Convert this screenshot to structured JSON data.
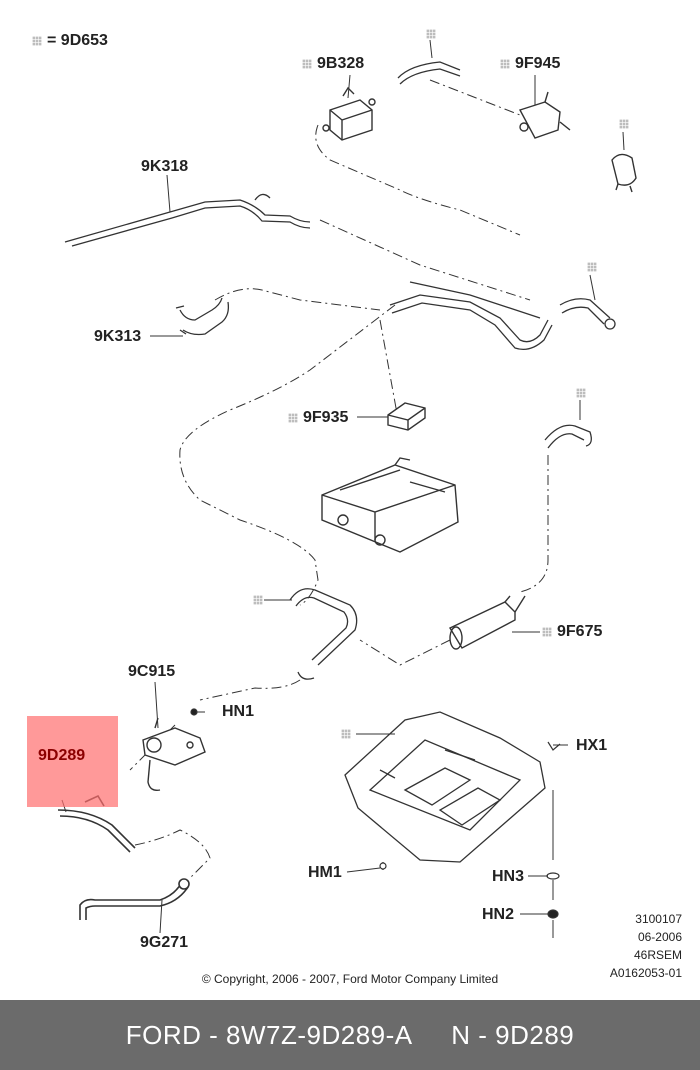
{
  "legend": {
    "symbol": "hatched-square-icon",
    "text": "= 9D653"
  },
  "labels": {
    "p9B328": "9B328",
    "p9F945": "9F945",
    "p9K318": "9K318",
    "p9K313": "9K313",
    "p9F935": "9F935",
    "p9F675": "9F675",
    "p9C915": "9C915",
    "pHN1": "HN1",
    "pHX1": "HX1",
    "pHM1": "HM1",
    "pHN3": "HN3",
    "pHN2": "HN2",
    "p9G271": "9G271"
  },
  "highlight": {
    "label": "9D289",
    "color": "#ff6e6e"
  },
  "meta": {
    "line1": "3100107",
    "line2": "06-2006",
    "line3": "46RSEM",
    "line4": "A0162053-01"
  },
  "copyright": "© Copyright, 2006 - 2007, Ford Motor Company Limited",
  "footer": {
    "left": "FORD - 8W7Z-9D289-A",
    "right": "N - 9D289"
  }
}
